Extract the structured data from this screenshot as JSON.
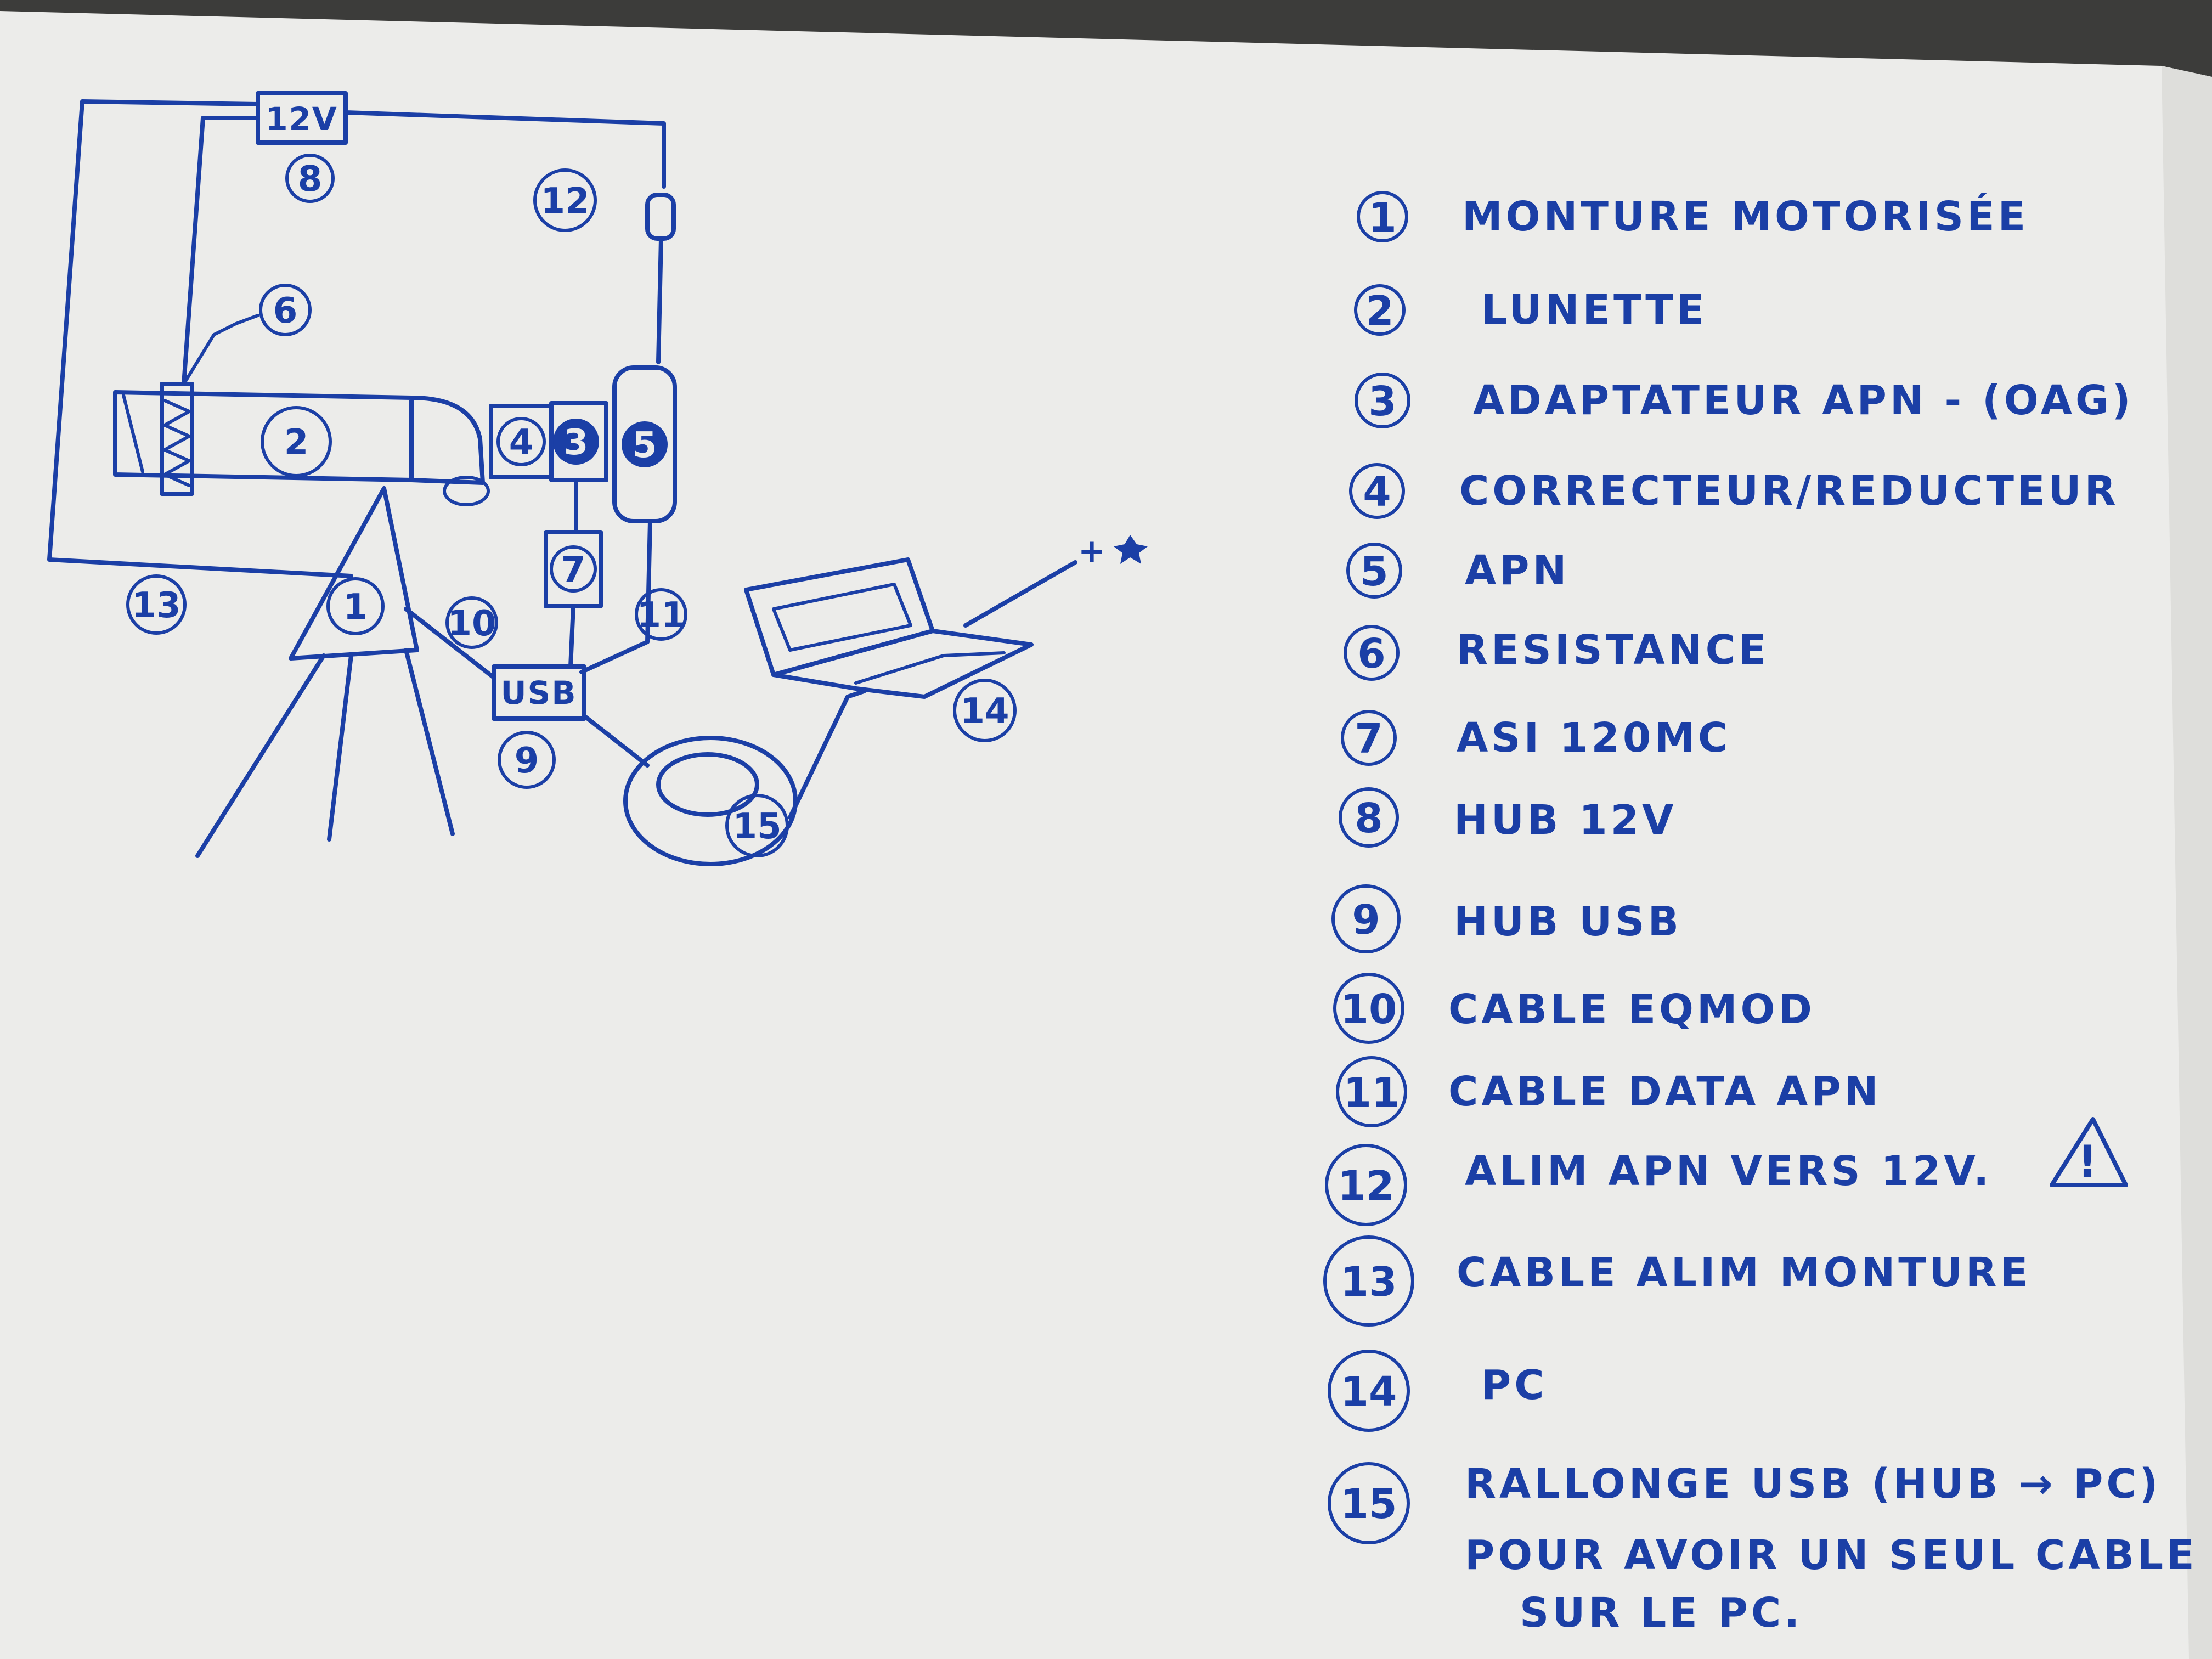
{
  "diagram": {
    "labels": {
      "psu_box": "12V",
      "usb_box": "USB",
      "n1": "1",
      "n2": "2",
      "n3": "3",
      "n4": "4",
      "n5": "5",
      "n6": "6",
      "n7": "7",
      "n8": "8",
      "n9": "9",
      "n10": "10",
      "n11": "11",
      "n12": "12",
      "n13": "13",
      "n14": "14",
      "n15": "15",
      "plus": "+"
    }
  },
  "legend": {
    "items": [
      {
        "num": "1",
        "text": "MONTURE MOTORISÉE"
      },
      {
        "num": "2",
        "text": "LUNETTE"
      },
      {
        "num": "3",
        "text": "ADAPTATEUR APN - (OAG)"
      },
      {
        "num": "4",
        "text": "CORRECTEUR/REDUCTEUR"
      },
      {
        "num": "5",
        "text": "APN"
      },
      {
        "num": "6",
        "text": "RESISTANCE"
      },
      {
        "num": "7",
        "text": "ASI 120MC"
      },
      {
        "num": "8",
        "text": "HUB 12V"
      },
      {
        "num": "9",
        "text": "HUB USB"
      },
      {
        "num": "10",
        "text": "CABLE EQMOD"
      },
      {
        "num": "11",
        "text": "CABLE DATA APN"
      },
      {
        "num": "12",
        "text": "ALIM APN VERS 12V."
      },
      {
        "num": "13",
        "text": "CABLE ALIM MONTURE"
      },
      {
        "num": "14",
        "text": "PC"
      },
      {
        "num": "15",
        "text": "RALLONGE USB (HUB → PC)"
      }
    ],
    "note_line1": "POUR AVOIR UN SEUL CABLE",
    "note_line2": "SUR LE PC.",
    "warning_symbol": "!"
  }
}
